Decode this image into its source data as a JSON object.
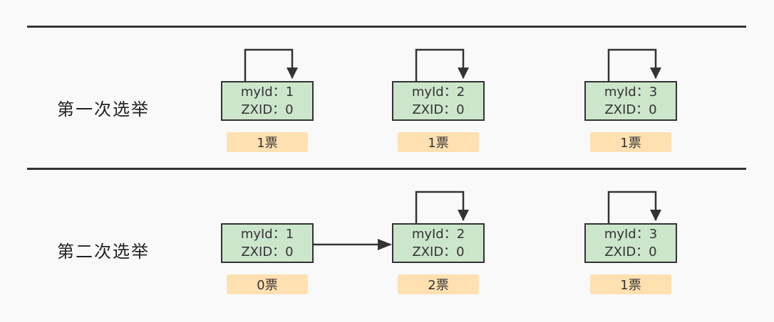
{
  "rounds": [
    {
      "label": "第一次选举",
      "nodes": [
        {
          "myid_line": "myId：1",
          "zxid_line": "ZXID：0",
          "votes": "1票",
          "vote_target": "self"
        },
        {
          "myid_line": "myId：2",
          "zxid_line": "ZXID：0",
          "votes": "1票",
          "vote_target": "self"
        },
        {
          "myid_line": "myId：3",
          "zxid_line": "ZXID：0",
          "votes": "1票",
          "vote_target": "self"
        }
      ]
    },
    {
      "label": "第二次选举",
      "nodes": [
        {
          "myid_line": "myId：1",
          "zxid_line": "ZXID：0",
          "votes": "0票",
          "vote_target": "myId 2"
        },
        {
          "myid_line": "myId：2",
          "zxid_line": "ZXID：0",
          "votes": "2票",
          "vote_target": "self"
        },
        {
          "myid_line": "myId：3",
          "zxid_line": "ZXID：0",
          "votes": "1票",
          "vote_target": "self"
        }
      ]
    }
  ],
  "colors": {
    "node_fill": "#cce6cc",
    "vote_fill": "#ffe0b0",
    "stroke": "#333333",
    "background": "#f9f9f9"
  }
}
